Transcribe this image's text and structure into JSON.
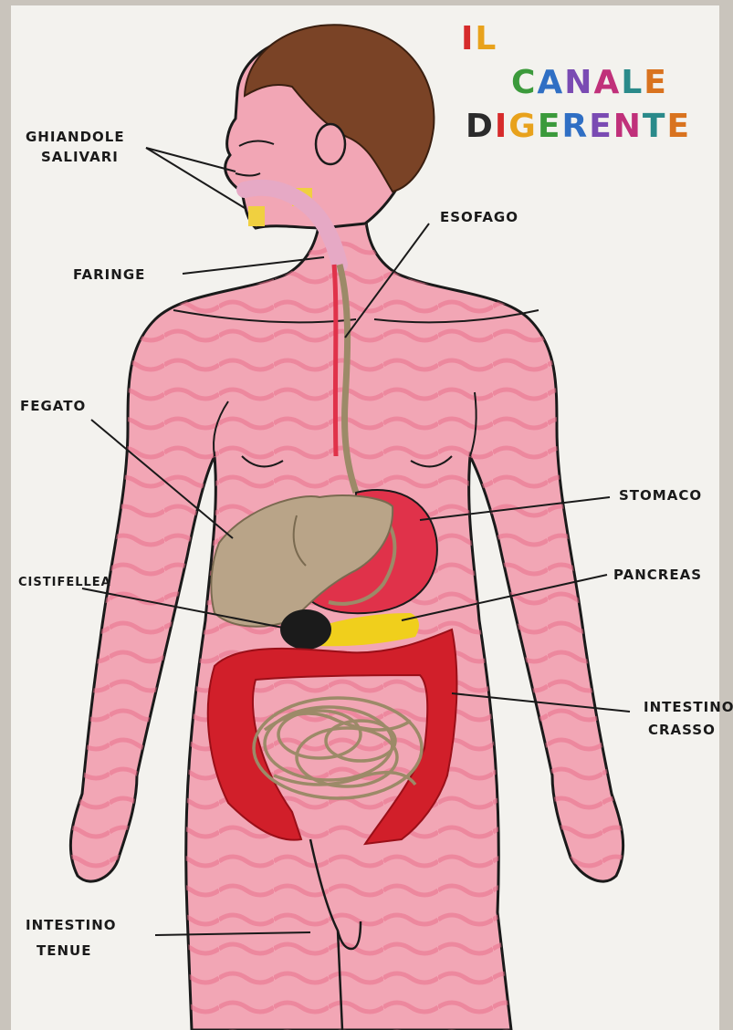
{
  "title": {
    "line1": "IL",
    "line2": "CANALE",
    "line3": "DIGERENTE",
    "letter_colors": [
      "#d62b2b",
      "#e8a21c",
      "#3b9a3b",
      "#2f6fc4",
      "#7a4bb3",
      "#c0307a",
      "#2a8a8a",
      "#d9731f",
      "#2b2b2b"
    ]
  },
  "labels": {
    "ghiandole": "GHIANDOLE",
    "salivari": "SALIVARI",
    "esofago": "ESOFAGO",
    "faringe": "FARINGE",
    "fegato": "FEGATO",
    "stomaco": "STOMACO",
    "cistifellea": "CISTIFELLEA",
    "pancreas": "PANCREAS",
    "intestino_crasso_1": "INTESTINO",
    "intestino_crasso_2": "CRASSO",
    "intestino_tenue_1": "INTESTINO",
    "intestino_tenue_2": "TENUE"
  },
  "colors": {
    "paper": "#f3f2ee",
    "skin": "#f2a6b5",
    "skin_stripe": "#e86f8a",
    "hair": "#7a4326",
    "liver": "#b9a488",
    "stomach": "#e0324a",
    "intestine": "#d11f2a",
    "string": "#9c8a68",
    "pancreas": "#f0cf1c",
    "gallbladder": "#1b1b1b"
  }
}
